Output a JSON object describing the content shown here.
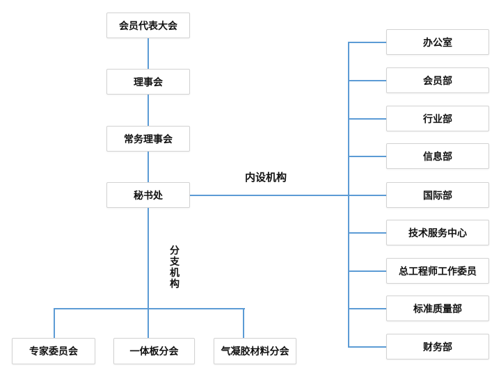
{
  "colors": {
    "connector": "#5B9BD5",
    "box_border": "#d2d2d2",
    "box_bg": "#ffffff",
    "text": "#111111"
  },
  "hierarchy": {
    "levels": [
      {
        "label": "会员代表大会"
      },
      {
        "label": "理事会"
      },
      {
        "label": "常务理事会"
      },
      {
        "label": "秘书处"
      }
    ]
  },
  "internal": {
    "group_label": "内设机构",
    "departments": [
      "办公室",
      "会员部",
      "行业部",
      "信息部",
      "国际部",
      "技术服务中心",
      "总工程师工作委员",
      "标准质量部",
      "财务部"
    ]
  },
  "branches": {
    "group_label": "分支机构",
    "items": [
      "专家委员会",
      "一体板分会",
      "气凝胶材料分会"
    ]
  }
}
